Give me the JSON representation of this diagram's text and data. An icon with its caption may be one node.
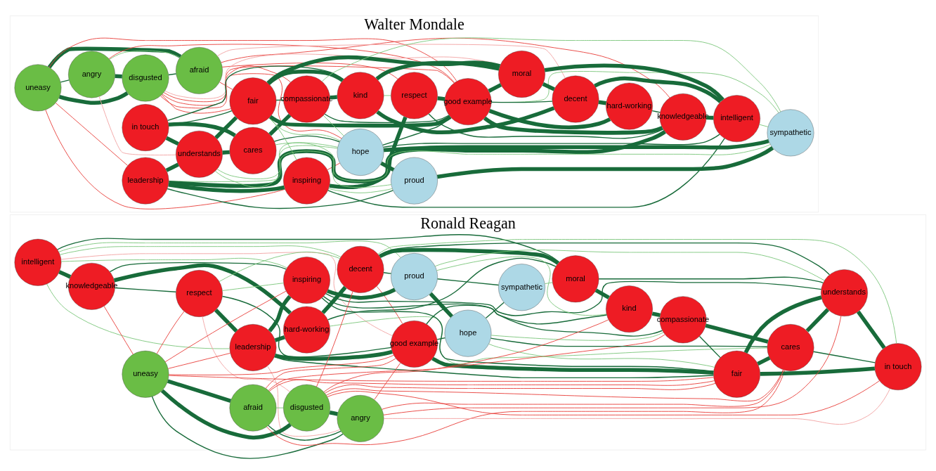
{
  "diagram": {
    "nodes": [
      {
        "text": [
          "Ronald Reagan"
        ]
      },
      {
        "text": [
          "intelligent"
        ],
        "in": 0
      },
      {
        "text": [
          "knowledgeable"
        ],
        "in": 0
      },
      {
        "text": [
          "moral"
        ],
        "in": 0
      },
      {
        "text": [
          "respect"
        ],
        "in": 0
      },
      {
        "text": [
          "hard-working"
        ],
        "in": 0
      },
      {
        "text": [
          "decent"
        ],
        "in": 0
      },
      {
        "text": [
          "leadership"
        ],
        "in": 0
      },
      {
        "text": [
          "inspiring"
        ],
        "in": 0
      },
      {
        "text": [
          "proud"
        ],
        "in": 0
      },
      {
        "text": [
          "uneasy"
        ],
        "in": 0
      },
      {
        "text": [
          "kind"
        ],
        "in": 0
      },
      {
        "text": [
          "sympathetic"
        ],
        "in": 0
      },
      {
        "text": [
          "good example"
        ],
        "in": 0
      },
      {
        "text": [
          "afraid"
        ],
        "in": 0
      },
      {
        "text": [
          "compassionate"
        ],
        "in": 0
      },
      {
        "text": [
          "hope"
        ],
        "in": 0
      },
      {
        "text": [
          "disgusted"
        ],
        "in": 0
      },
      {
        "text": [
          "fair"
        ],
        "in": 0
      },
      {
        "text": [
          "cares"
        ],
        "in": 0
      },
      {
        "text": [
          "angry"
        ],
        "in": 0
      },
      {
        "text": [
          "understands"
        ],
        "in": 0
      },
      {
        "text": [
          "in touch"
        ],
        "in": 0
      },
      {
        "text": [
          "Walter Mondale"
        ]
      },
      {
        "text": [
          "uneasy"
        ],
        "in": 23
      },
      {
        "text": [
          "angry"
        ],
        "in": 23
      },
      {
        "text": [
          "afraid"
        ],
        "in": 23
      },
      {
        "text": [
          "disgusted"
        ],
        "in": 23
      },
      {
        "text": [
          "inspiring"
        ],
        "in": 23
      },
      {
        "text": [
          "leadership"
        ],
        "in": 23
      },
      {
        "text": [
          "understands"
        ],
        "in": 23
      },
      {
        "text": [
          "in touch"
        ],
        "in": 23
      },
      {
        "text": [
          "proud"
        ],
        "in": 23
      },
      {
        "text": [
          "respect"
        ],
        "in": 23
      },
      {
        "text": [
          "cares"
        ],
        "in": 23
      },
      {
        "text": [
          "hope"
        ],
        "in": 23
      },
      {
        "text": [
          "fair"
        ],
        "in": 23
      },
      {
        "text": [
          "good example"
        ],
        "in": 23
      },
      {
        "text": [
          "knowledgeable"
        ],
        "in": 23
      },
      {
        "text": [
          "sympathetic"
        ],
        "in": 23
      },
      {
        "text": [
          "compassionate"
        ],
        "in": 23
      },
      {
        "text": [
          "intelligent"
        ],
        "in": 23
      },
      {
        "text": [
          "moral"
        ],
        "in": 23
      },
      {
        "text": [
          "kind"
        ],
        "in": 23
      },
      {
        "text": [
          "decent"
        ],
        "in": 23
      },
      {
        "text": [
          "hard-working"
        ],
        "in": 23
      }
    ],
    "edges": [
      {
        "from": 1,
        "to": 2,
        "arrow": "none",
        "style": "thick"
      },
      {
        "from": 2,
        "to": 5,
        "arrow": "none",
        "style": "thick"
      },
      {
        "from": 2,
        "to": 4,
        "arrow": "none"
      },
      {
        "from": 1,
        "to": 3,
        "arrow": "none"
      },
      {
        "from": 4,
        "to": 7,
        "arrow": "none",
        "style": "thick"
      },
      {
        "from": 7,
        "to": 8,
        "arrow": "none",
        "style": "thick"
      },
      {
        "from": 7,
        "to": 5,
        "arrow": "none",
        "style": "thick"
      },
      {
        "from": 5,
        "to": 6,
        "arrow": "none",
        "style": "thick"
      },
      {
        "from": 5,
        "to": 3,
        "arrow": "none"
      },
      {
        "from": 3,
        "to": 6,
        "arrow": "none",
        "style": "thick"
      },
      {
        "from": 3,
        "to": 11,
        "arrow": "none",
        "style": "thick"
      },
      {
        "from": 8,
        "to": 9,
        "arrow": "none",
        "style": "thick"
      },
      {
        "from": 9,
        "to": 16,
        "arrow": "none",
        "style": "thick"
      },
      {
        "from": 9,
        "to": 12,
        "arrow": "none"
      },
      {
        "from": 16,
        "to": 12,
        "arrow": "none"
      },
      {
        "from": 16,
        "to": 19,
        "arrow": "none"
      },
      {
        "from": 11,
        "to": 15,
        "arrow": "none",
        "style": "thick"
      },
      {
        "from": 15,
        "to": 18,
        "arrow": "none"
      },
      {
        "from": 15,
        "to": 19,
        "arrow": "none",
        "style": "thick"
      },
      {
        "from": 18,
        "to": 19,
        "arrow": "none",
        "style": "thick"
      },
      {
        "from": 18,
        "to": 21,
        "arrow": "none",
        "style": "thick"
      },
      {
        "from": 19,
        "to": 21,
        "arrow": "none",
        "style": "thick"
      },
      {
        "from": 19,
        "to": 22,
        "arrow": "none"
      },
      {
        "from": 21,
        "to": 22,
        "arrow": "none",
        "style": "thick"
      },
      {
        "from": 18,
        "to": 22,
        "arrow": "none",
        "style": "thick"
      },
      {
        "from": 13,
        "to": 18,
        "arrow": "none",
        "style": "thick"
      },
      {
        "from": 7,
        "to": 13,
        "arrow": "none",
        "style": "thick"
      },
      {
        "from": 7,
        "to": 18,
        "arrow": "none"
      },
      {
        "from": 10,
        "to": 14,
        "arrow": "none",
        "style": "thick"
      },
      {
        "from": 10,
        "to": 17,
        "arrow": "none",
        "style": "thick"
      },
      {
        "from": 10,
        "to": 20,
        "arrow": "none"
      },
      {
        "from": 14,
        "to": 20,
        "arrow": "none"
      },
      {
        "from": 17,
        "to": 20,
        "arrow": "none",
        "style": "thick"
      },
      {
        "from": 4,
        "to": 13,
        "arrow": "none"
      },
      {
        "from": 8,
        "to": 18,
        "arrow": "none"
      },
      {
        "from": 8,
        "to": 21,
        "arrow": "none"
      },
      {
        "from": 6,
        "to": 9,
        "arrow": "none"
      },
      {
        "from": 6,
        "to": 21,
        "arrow": "none"
      },
      {
        "from": 3,
        "to": 21,
        "arrow": "none"
      },
      {
        "from": 13,
        "to": 11,
        "arrow": "none"
      },
      {
        "from": 13,
        "to": 16,
        "arrow": "none"
      },
      {
        "from": 2,
        "to": 8,
        "arrow": "none"
      },
      {
        "from": 8,
        "to": 15,
        "arrow": "none"
      },
      {
        "from": 1,
        "to": 7,
        "arrow": "none",
        "color": "#7cc67c"
      },
      {
        "from": 1,
        "to": 8,
        "arrow": "none",
        "color": "#7cc67c"
      },
      {
        "from": 1,
        "to": 6,
        "arrow": "none",
        "color": "#7cc67c"
      },
      {
        "from": 1,
        "to": 9,
        "arrow": "none",
        "color": "#7cc67c"
      },
      {
        "from": 4,
        "to": 6,
        "arrow": "none",
        "color": "#7cc67c"
      },
      {
        "from": 4,
        "to": 8,
        "arrow": "none",
        "color": "#7cc67c"
      },
      {
        "from": 12,
        "to": 3,
        "arrow": "none",
        "color": "#7cc67c"
      },
      {
        "from": 9,
        "to": 21,
        "arrow": "none",
        "color": "#7cc67c"
      },
      {
        "from": 16,
        "to": 18,
        "arrow": "none",
        "color": "#7cc67c"
      },
      {
        "from": 6,
        "to": 22,
        "arrow": "none",
        "color": "#7cc67c"
      },
      {
        "from": 5,
        "to": 19,
        "arrow": "none",
        "color": "#7cc67c"
      },
      {
        "from": 16,
        "to": 15,
        "arrow": "none",
        "color": "#7cc67c"
      },
      {
        "from": 11,
        "to": 9,
        "arrow": "none",
        "color": "#7cc67c"
      },
      {
        "from": 14,
        "to": 17,
        "arrow": "none",
        "color": "#7cc67c"
      },
      {
        "from": 10,
        "to": 4,
        "arrow": "none",
        "color": "#e8403c"
      },
      {
        "from": 10,
        "to": 7,
        "arrow": "none",
        "color": "#e8403c"
      },
      {
        "from": 10,
        "to": 8,
        "arrow": "none",
        "color": "#e8403c"
      },
      {
        "from": 10,
        "to": 13,
        "arrow": "none",
        "color": "#e8403c"
      },
      {
        "from": 10,
        "to": 18,
        "arrow": "none",
        "color": "#e8403c"
      },
      {
        "from": 14,
        "to": 13,
        "arrow": "none",
        "color": "#e8403c"
      },
      {
        "from": 14,
        "to": 15,
        "arrow": "none",
        "color": "#e8403c"
      },
      {
        "from": 14,
        "to": 19,
        "arrow": "none",
        "color": "#e8403c"
      },
      {
        "from": 14,
        "to": 18,
        "arrow": "none",
        "color": "#e8403c"
      },
      {
        "from": 17,
        "to": 18,
        "arrow": "none",
        "color": "#e8403c"
      },
      {
        "from": 17,
        "to": 19,
        "arrow": "none",
        "color": "#e8403c"
      },
      {
        "from": 17,
        "to": 11,
        "arrow": "none",
        "color": "#e8403c"
      },
      {
        "from": 17,
        "to": 6,
        "arrow": "none",
        "color": "#e8403c"
      },
      {
        "from": 17,
        "to": 22,
        "arrow": "none",
        "color": "#e8403c"
      },
      {
        "from": 20,
        "to": 19,
        "arrow": "none",
        "color": "#e8403c"
      },
      {
        "from": 20,
        "to": 21,
        "arrow": "none",
        "color": "#e8403c"
      },
      {
        "from": 20,
        "to": 13,
        "arrow": "none",
        "color": "#e8403c"
      },
      {
        "from": 2,
        "to": 10,
        "arrow": "none",
        "color": "#e8403c"
      },
      {
        "from": 6,
        "to": 13,
        "arrow": "none",
        "color": "#e8403c"
      },
      {
        "from": 20,
        "to": 22,
        "arrow": "none",
        "color": "#f2a3a3"
      },
      {
        "from": 4,
        "to": 17,
        "arrow": "none",
        "color": "#f2a3a3"
      },
      {
        "from": 1,
        "to": 13,
        "arrow": "none",
        "color": "#f2a3a3"
      },
      {
        "from": 7,
        "to": 20,
        "arrow": "none",
        "color": "#f2a3a3"
      },
      {
        "from": 24,
        "to": 25,
        "arrow": "none"
      },
      {
        "from": 24,
        "to": 26,
        "arrow": "none",
        "style": "thick"
      },
      {
        "from": 24,
        "to": 27,
        "arrow": "none",
        "style": "thick"
      },
      {
        "from": 25,
        "to": 27,
        "arrow": "none",
        "style": "thick"
      },
      {
        "from": 27,
        "to": 26,
        "arrow": "none"
      },
      {
        "from": 29,
        "to": 28,
        "arrow": "none",
        "style": "thick"
      },
      {
        "from": 29,
        "to": 30,
        "arrow": "none",
        "style": "thick"
      },
      {
        "from": 28,
        "to": 33,
        "arrow": "none",
        "style": "thick"
      },
      {
        "from": 31,
        "to": 30,
        "arrow": "none",
        "style": "thick"
      },
      {
        "from": 30,
        "to": 34,
        "arrow": "none",
        "style": "thick"
      },
      {
        "from": 31,
        "to": 34,
        "arrow": "none",
        "style": "thick"
      },
      {
        "from": 30,
        "to": 36,
        "arrow": "none",
        "style": "thick"
      },
      {
        "from": 34,
        "to": 40,
        "arrow": "none",
        "style": "thick"
      },
      {
        "from": 35,
        "to": 32,
        "arrow": "none",
        "style": "thick"
      },
      {
        "from": 35,
        "to": 39,
        "arrow": "none",
        "style": "thick"
      },
      {
        "from": 32,
        "to": 39,
        "arrow": "none",
        "style": "thick"
      },
      {
        "from": 29,
        "to": 38,
        "arrow": "none",
        "style": "thick"
      },
      {
        "from": 33,
        "to": 38,
        "arrow": "none"
      },
      {
        "from": 33,
        "to": 37,
        "arrow": "none",
        "style": "thick"
      },
      {
        "from": 34,
        "to": 35,
        "arrow": "none"
      },
      {
        "from": 36,
        "to": 37,
        "arrow": "none",
        "style": "thick"
      },
      {
        "from": 37,
        "to": 38,
        "arrow": "none",
        "style": "thick"
      },
      {
        "from": 38,
        "to": 41,
        "arrow": "none",
        "style": "thick"
      },
      {
        "from": 36,
        "to": 43,
        "arrow": "none",
        "style": "thick"
      },
      {
        "from": 40,
        "to": 43,
        "arrow": "none",
        "style": "thick"
      },
      {
        "from": 36,
        "to": 40,
        "arrow": "none"
      },
      {
        "from": 36,
        "to": 42,
        "arrow": "none",
        "style": "thick"
      },
      {
        "from": 43,
        "to": 42,
        "arrow": "none",
        "style": "thick"
      },
      {
        "from": 43,
        "to": 44,
        "arrow": "none",
        "style": "thick"
      },
      {
        "from": 42,
        "to": 44,
        "arrow": "none",
        "style": "thick"
      },
      {
        "from": 44,
        "to": 45,
        "arrow": "none",
        "style": "thick"
      },
      {
        "from": 44,
        "to": 41,
        "arrow": "none",
        "style": "thick"
      },
      {
        "from": 42,
        "to": 41,
        "arrow": "none",
        "style": "thick"
      },
      {
        "from": 37,
        "to": 42,
        "arrow": "none",
        "style": "thick"
      },
      {
        "from": 37,
        "to": 45,
        "arrow": "none",
        "style": "thick"
      },
      {
        "from": 37,
        "to": 44,
        "arrow": "none"
      },
      {
        "from": 31,
        "to": 36,
        "arrow": "none"
      },
      {
        "from": 28,
        "to": 41,
        "arrow": "none"
      },
      {
        "from": 35,
        "to": 41,
        "arrow": "none"
      },
      {
        "from": 35,
        "to": 37,
        "arrow": "none"
      },
      {
        "from": 29,
        "to": 32,
        "arrow": "none"
      },
      {
        "from": 31,
        "to": 43,
        "arrow": "none"
      },
      {
        "from": 40,
        "to": 37,
        "arrow": "none"
      },
      {
        "from": 45,
        "to": 38,
        "arrow": "none"
      },
      {
        "from": 25,
        "to": 26,
        "arrow": "none",
        "color": "#7cc67c"
      },
      {
        "from": 30,
        "to": 32,
        "arrow": "none",
        "color": "#7cc67c"
      },
      {
        "from": 30,
        "to": 35,
        "arrow": "none",
        "color": "#7cc67c"
      },
      {
        "from": 36,
        "to": 28,
        "arrow": "none",
        "color": "#7cc67c"
      },
      {
        "from": 40,
        "to": 39,
        "arrow": "none",
        "color": "#7cc67c"
      },
      {
        "from": 37,
        "to": 39,
        "arrow": "none",
        "color": "#7cc67c"
      },
      {
        "from": 41,
        "to": 39,
        "arrow": "none",
        "color": "#7cc67c"
      },
      {
        "from": 28,
        "to": 32,
        "arrow": "none",
        "color": "#7cc67c"
      },
      {
        "from": 34,
        "to": 39,
        "arrow": "none",
        "color": "#7cc67c"
      },
      {
        "from": 29,
        "to": 35,
        "arrow": "none",
        "color": "#7cc67c"
      },
      {
        "from": 36,
        "to": 35,
        "arrow": "none",
        "color": "#7cc67c"
      },
      {
        "from": 43,
        "to": 33,
        "arrow": "none",
        "color": "#7cc67c"
      },
      {
        "from": 40,
        "to": 35,
        "arrow": "none",
        "color": "#7cc67c"
      },
      {
        "from": 25,
        "to": 37,
        "arrow": "none",
        "color": "#e8403c"
      },
      {
        "from": 27,
        "to": 36,
        "arrow": "none",
        "color": "#e8403c"
      },
      {
        "from": 27,
        "to": 40,
        "arrow": "none",
        "color": "#e8403c"
      },
      {
        "from": 27,
        "to": 35,
        "arrow": "none",
        "color": "#e8403c"
      },
      {
        "from": 27,
        "to": 37,
        "arrow": "none",
        "color": "#e8403c"
      },
      {
        "from": 24,
        "to": 29,
        "arrow": "none",
        "color": "#e8403c"
      },
      {
        "from": 24,
        "to": 37,
        "arrow": "none",
        "color": "#e8403c"
      },
      {
        "from": 24,
        "to": 28,
        "arrow": "none",
        "color": "#e8403c"
      },
      {
        "from": 26,
        "to": 36,
        "arrow": "none",
        "color": "#e8403c"
      },
      {
        "from": 26,
        "to": 33,
        "arrow": "none",
        "color": "#e8403c"
      },
      {
        "from": 26,
        "to": 38,
        "arrow": "none",
        "color": "#e8403c"
      },
      {
        "from": 28,
        "to": 35,
        "arrow": "none",
        "color": "#e8403c"
      },
      {
        "from": 25,
        "to": 30,
        "arrow": "none",
        "color": "#f2a3a3"
      },
      {
        "from": 27,
        "to": 42,
        "arrow": "none",
        "color": "#f2a3a3"
      },
      {
        "from": 26,
        "to": 44,
        "arrow": "none",
        "color": "#f2a3a3"
      }
    ]
  }
}
